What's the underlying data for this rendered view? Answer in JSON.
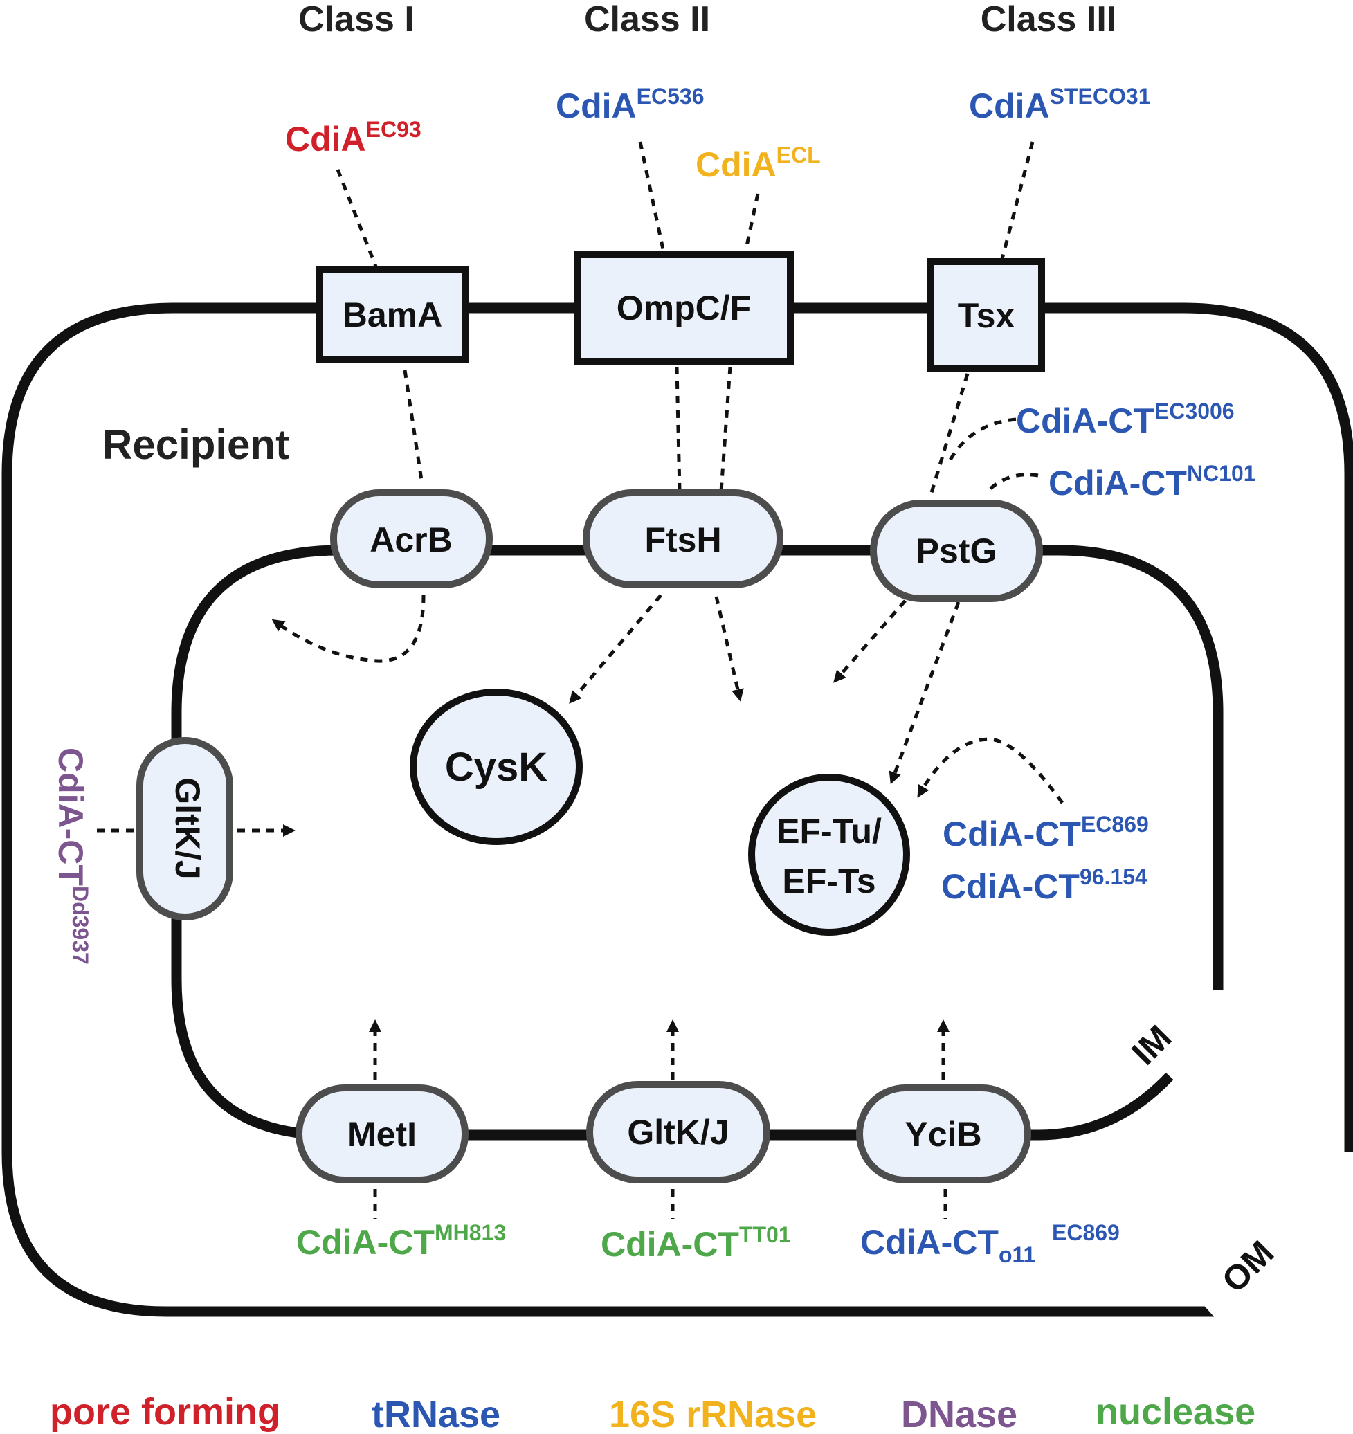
{
  "colors": {
    "pore_forming": "#d0202a",
    "trnase": "#2b57b3",
    "rrnase_16s": "#f2b21d",
    "dnase": "#7d558f",
    "nuclease": "#4ea84a",
    "receptor_fill": "#ebf1fb",
    "membrane": "#111111"
  },
  "classes": [
    "Class I",
    "Class II",
    "Class III"
  ],
  "recipient_label": "Recipient",
  "membranes": {
    "inner": "IM",
    "outer": "OM"
  },
  "outer_receptors": [
    "BamA",
    "OmpC/F",
    "Tsx"
  ],
  "inner_receptors": {
    "acrb": "AcrB",
    "ftsh": "FtsH",
    "pstg": "PstG",
    "gltkj_side": "GltK/J",
    "meti": "MetI",
    "gltkj_bottom": "GltK/J",
    "ycib": "YciB"
  },
  "targets": {
    "cysk": "CysK",
    "eftu_line1": "EF-Tu/",
    "eftu_line2": "EF-Ts"
  },
  "toxins": {
    "ec93": {
      "base": "CdiA",
      "sup": "EC93"
    },
    "ec536": {
      "base": "CdiA",
      "sup": "EC536"
    },
    "ecl": {
      "base": "CdiA",
      "sup": "ECL"
    },
    "steco31": {
      "base": "CdiA",
      "sup": "STECO31"
    },
    "ec3006": {
      "base": "CdiA-CT",
      "sup": "EC3006"
    },
    "nc101": {
      "base": "CdiA-CT",
      "sup": "NC101"
    },
    "ec869": {
      "base": "CdiA-CT",
      "sup": "EC869"
    },
    "t96154": {
      "base": "CdiA-CT",
      "sup": "96.154"
    },
    "dd3937": {
      "base": "CdiA-CT",
      "sup": "Dd3937"
    },
    "mh813": {
      "base": "CdiA-CT",
      "sup": "MH813"
    },
    "tt01": {
      "base": "CdiA-CT",
      "sup": "TT01"
    },
    "o11": {
      "base": "CdiA-CT",
      "sub": "o11",
      "sup": "EC869"
    }
  },
  "legend": [
    "pore forming",
    "tRNase",
    "16S rRNase",
    "DNase",
    "nuclease"
  ]
}
